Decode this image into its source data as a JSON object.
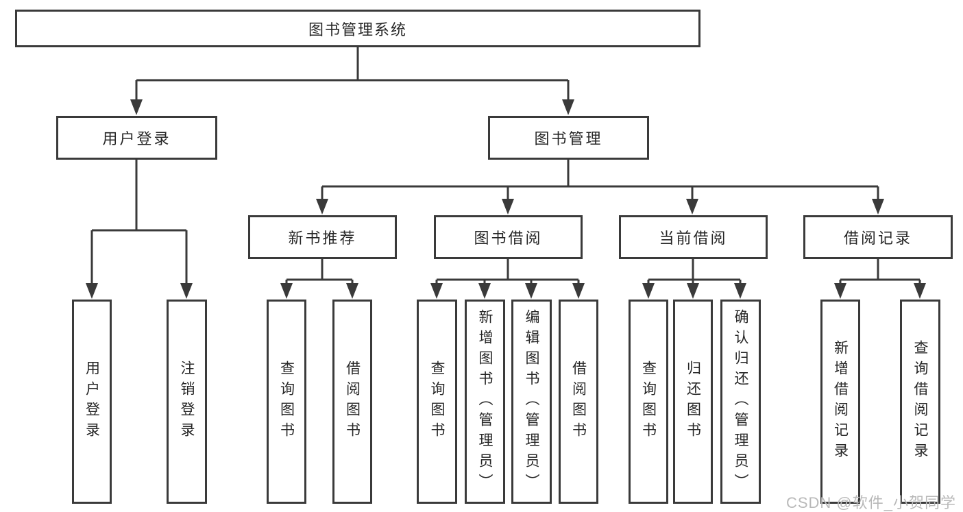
{
  "diagram": {
    "type": "hierarchy-tree",
    "colors": {
      "line": "#3a3a3a",
      "box_border": "#3a3a3a",
      "box_fill": "#ffffff",
      "text": "#262626",
      "watermark": "#b9b9b9",
      "background": "#ffffff"
    }
  },
  "tree": {
    "root": {
      "label": "图书管理系统",
      "children": [
        {
          "label": "用户登录",
          "children": [
            {
              "label": "用户登录"
            },
            {
              "label": "注销登录"
            }
          ]
        },
        {
          "label": "图书管理",
          "children": [
            {
              "label": "新书推荐",
              "children": [
                {
                  "label": "查询图书"
                },
                {
                  "label": "借阅图书"
                }
              ]
            },
            {
              "label": "图书借阅",
              "children": [
                {
                  "label": "查询图书"
                },
                {
                  "label": "新增图书（管理员）"
                },
                {
                  "label": "编辑图书（管理员）"
                },
                {
                  "label": "借阅图书"
                }
              ]
            },
            {
              "label": "当前借阅",
              "children": [
                {
                  "label": "查询图书"
                },
                {
                  "label": "归还图书"
                },
                {
                  "label": "确认归还（管理员）"
                }
              ]
            },
            {
              "label": "借阅记录",
              "children": [
                {
                  "label": "新增借阅记录"
                },
                {
                  "label": "查询借阅记录"
                }
              ]
            }
          ]
        }
      ]
    }
  },
  "watermark": {
    "text": "CSDN @软件_小贺同学"
  }
}
